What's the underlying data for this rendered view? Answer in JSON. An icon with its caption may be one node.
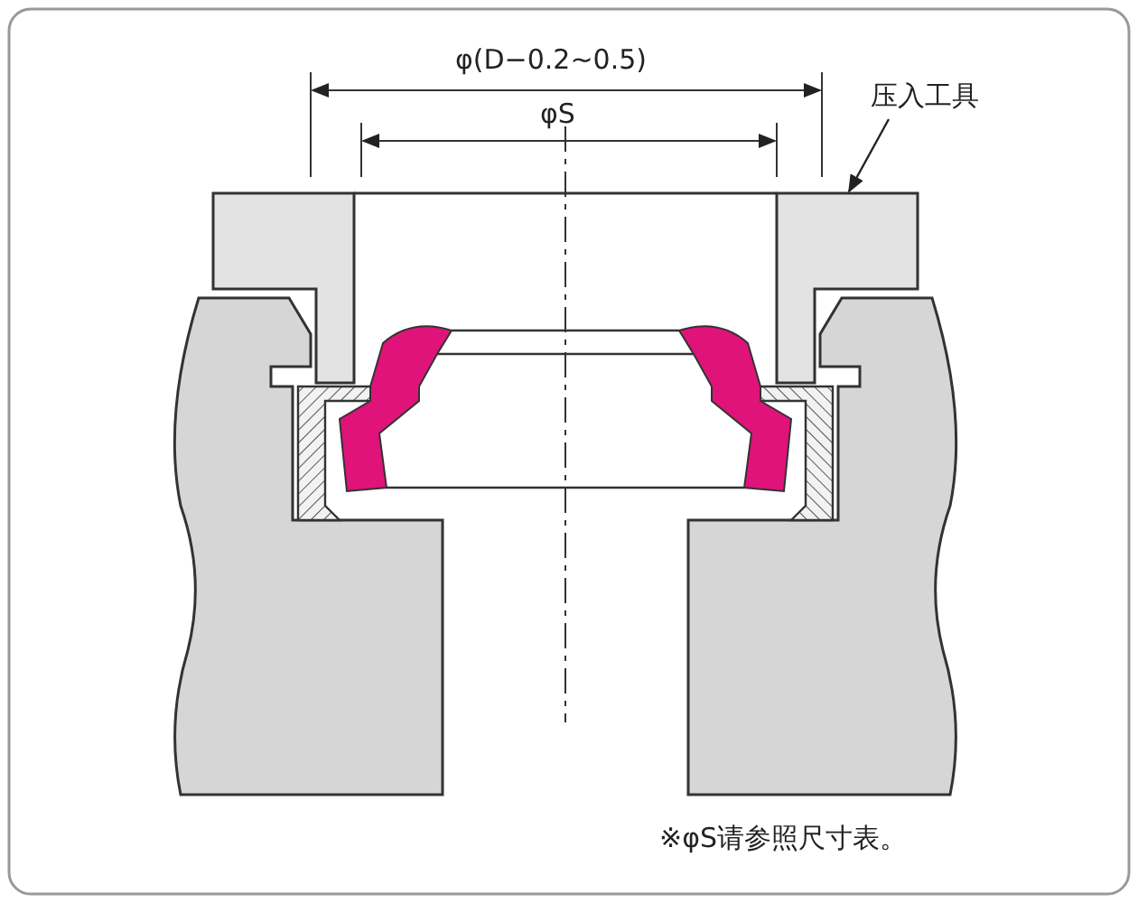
{
  "diagram": {
    "nodes": [
      {
        "text": [
          "压入工具"
        ]
      },
      {
        "text": [],
        "shape": "box"
      }
    ],
    "edges": [
      {
        "from": 0,
        "to": 1,
        "arrow": "to"
      }
    ],
    "labels": [
      "φ(D−0.2~0.5)",
      "φS",
      "※φS请参照尺寸表。"
    ]
  }
}
